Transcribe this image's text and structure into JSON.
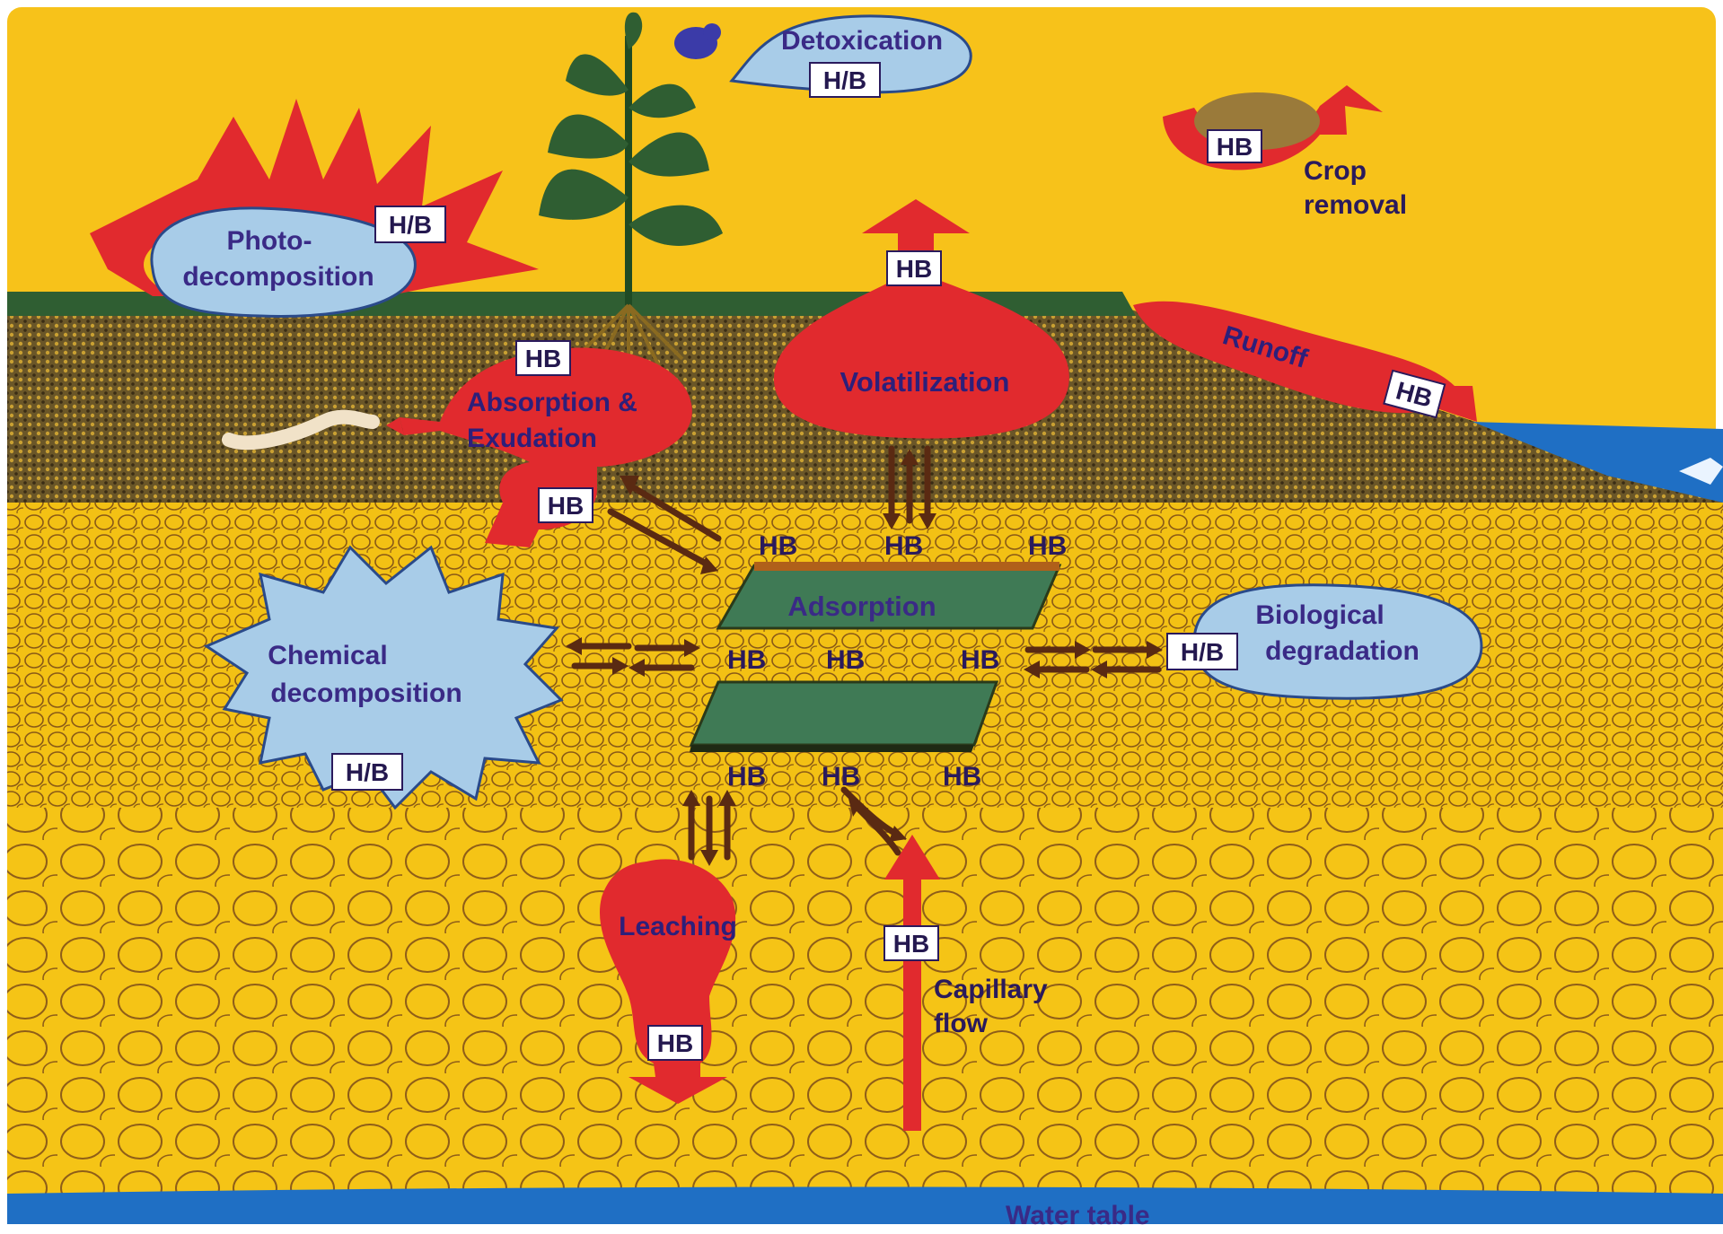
{
  "processes": {
    "detoxication": "Detoxication",
    "photo_1": "Photo-",
    "photo_2": "decomposition",
    "volatilization": "Volatilization",
    "crop_1": "Crop",
    "crop_2": "removal",
    "runoff": "Runoff",
    "absorption_1": "Absorption &",
    "absorption_2": "Exudation",
    "adsorption": "Adsorption",
    "chemical_1": "Chemical",
    "chemical_2": "decomposition",
    "biological_1": "Biological",
    "biological_2": "degradation",
    "leaching": "Leaching",
    "capillary_1": "Capillary",
    "capillary_2": "flow",
    "water_table": "Water table"
  },
  "tags": {
    "hb": "HB",
    "hb_slash": "H/B"
  },
  "colors": {
    "sky": "#f7c21a",
    "soil_yellow": "#f3c114",
    "process_red": "#e12a2e",
    "cloud_blue": "#a8cce8",
    "water_blue": "#1f6fc4",
    "grass_green": "#2f5e32",
    "topsoil_dark": "#5b4a26",
    "clay_green": "#3f7a55"
  }
}
